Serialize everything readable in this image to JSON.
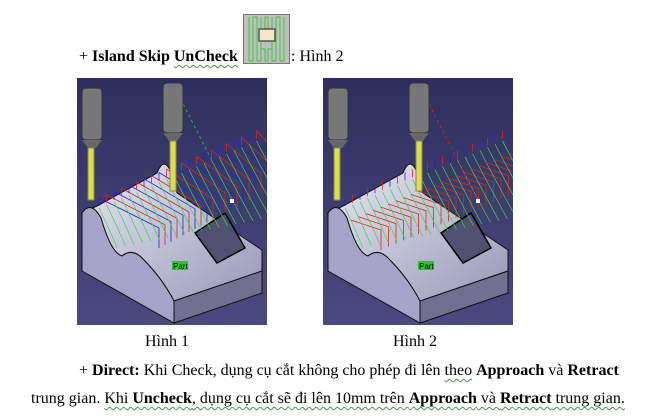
{
  "heading": {
    "prefix": "+ ",
    "bold": "Island Skip",
    "bold2": "UnCheck",
    "suffix": ": Hình 2",
    "icon": "island-skip-icon"
  },
  "figures": [
    {
      "caption": "Hình 1",
      "label": "Part"
    },
    {
      "caption": "Hình 2",
      "label": "Part"
    }
  ],
  "paragraph": {
    "p1": "+ ",
    "b1": "Direct:",
    "t1": " Khi Check, dụng cụ cắt không cho phép đi lên ",
    "t1b": "theo",
    "t1c": " ",
    "b2": "Approach",
    "t2": " và ",
    "b3": "Retract",
    "t3": "trung gian. ",
    "t3b": "Khi ",
    "b4": "Uncheck",
    "t4": ", dụng cụ cắt sẽ đi lên 10mm trên ",
    "b5": "Approach",
    "t5": " và ",
    "b6": "Retract",
    "t6": " trung gian."
  },
  "colors": {
    "bg": "#3a3a6e",
    "path": "#d42020",
    "green": "#33dd33"
  }
}
